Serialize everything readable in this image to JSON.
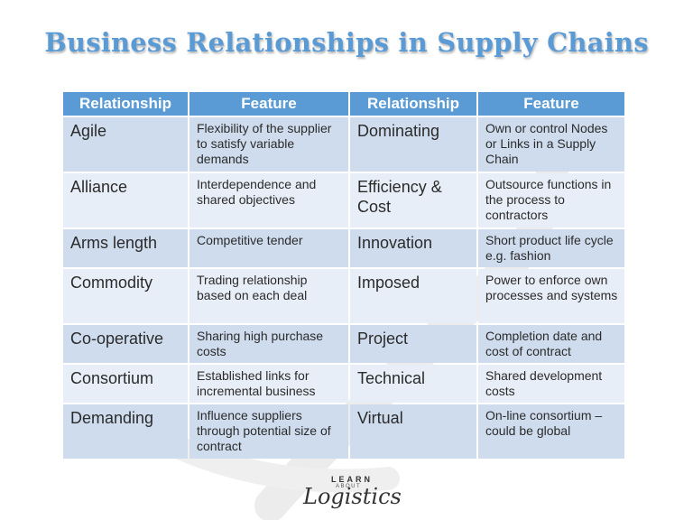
{
  "title": "Business Relationships in Supply Chains",
  "table": {
    "headers": [
      "Relationship",
      "Feature",
      "Relationship",
      "Feature"
    ],
    "rows": [
      {
        "rel1": "Agile",
        "feat1": "Flexibility of the supplier to satisfy variable demands",
        "rel2": "Dominating",
        "feat2": "Own or control Nodes or Links in a Supply Chain"
      },
      {
        "rel1": "Alliance",
        "feat1": "Interdependence and shared objectives",
        "rel2": "Efficiency & Cost",
        "feat2": "Outsource functions in the process to contractors"
      },
      {
        "rel1": "Arms length",
        "feat1": "Competitive tender",
        "rel2": "Innovation",
        "feat2": "Short product life cycle e.g. fashion"
      },
      {
        "rel1": "Commodity",
        "feat1": "Trading relationship based on each deal",
        "rel2": "Imposed",
        "feat2": "Power to enforce own processes and systems"
      },
      {
        "rel1": "Co-operative",
        "feat1": "Sharing high purchase costs",
        "rel2": "Project",
        "feat2": "Completion date and cost of contract"
      },
      {
        "rel1": "Consortium",
        "feat1": "Established links for incremental business",
        "rel2": "Technical",
        "feat2": "Shared development costs"
      },
      {
        "rel1": "Demanding",
        "feat1": "Influence suppliers through potential size of contract",
        "rel2": "Virtual",
        "feat2": "On-line consortium – could be global"
      }
    ]
  },
  "logo": {
    "learn": "LEARN",
    "about": "ABOUT",
    "logistics": "Logistics"
  },
  "colors": {
    "accent": "#5b9bd5",
    "row_dark": "#cfdcee",
    "row_light": "#e8eef7"
  }
}
